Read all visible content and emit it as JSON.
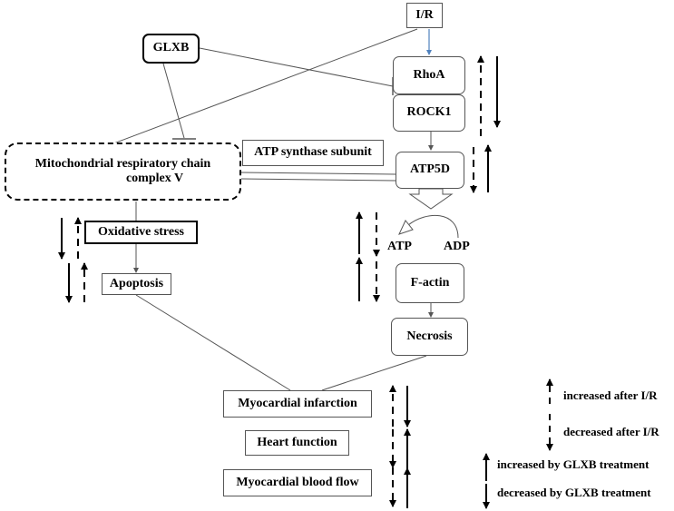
{
  "nodes": {
    "ir": "I/R",
    "glxb": "GLXB",
    "rhoa": "RhoA",
    "rock1": "ROCK1",
    "atp_synthase": "ATP synthase subunit",
    "mito_line1": "Mitochondrial respiratory chain",
    "mito_line2": "complex V",
    "atp5d": "ATP5D",
    "oxidative_stress": "Oxidative stress",
    "apoptosis": "Apoptosis",
    "atp": "ATP",
    "adp": "ADP",
    "factin": "F-actin",
    "necrosis": "Necrosis",
    "mi": "Myocardial infarction",
    "heart_function": "Heart function",
    "blood_flow": "Myocardial blood flow"
  },
  "legend": {
    "increased_after_ir": "increased after I/R",
    "decreased_after_ir": "decreased after I/R",
    "increased_glxb": "increased by GLXB treatment",
    "decreased_glxb": "decreased by GLXB treatment"
  },
  "colors": {
    "ir_arrow": "#4f81bd",
    "line": "#555555"
  }
}
